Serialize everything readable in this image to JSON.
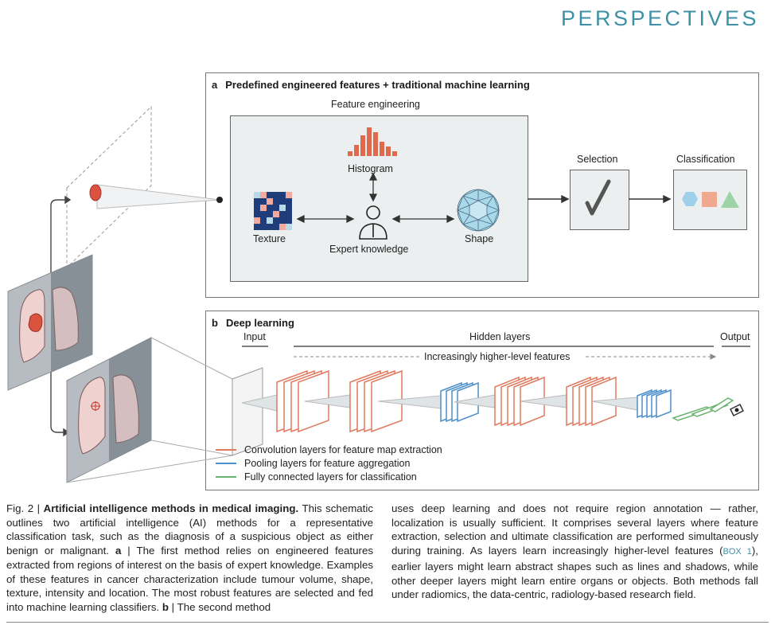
{
  "header": {
    "section": "PERSPECTIVES"
  },
  "panel_a": {
    "letter": "a",
    "title": "Predefined engineered features + traditional machine learning",
    "feature_engineering": "Feature engineering",
    "histogram": "Histogram",
    "texture": "Texture",
    "expert_knowledge": "Expert knowledge",
    "shape": "Shape",
    "selection": "Selection",
    "classification": "Classification"
  },
  "panel_b": {
    "letter": "b",
    "title": "Deep learning",
    "input": "Input",
    "hidden_layers": "Hidden layers",
    "output": "Output",
    "increasing": "Increasingly higher-level features",
    "legend": [
      {
        "label": "Convolution layers for feature map extraction",
        "color": "#e07a5f"
      },
      {
        "label": "Pooling layers for feature aggregation",
        "color": "#4d8fc9"
      },
      {
        "label": "Fully connected layers for classification",
        "color": "#6ab36f"
      }
    ]
  },
  "colors": {
    "accent_teal": "#3e90a6",
    "histogram": "#e06a4e",
    "texture_dark": "#1f3d7a",
    "texture_pink": "#f2a9a0",
    "texture_light": "#b9dbe8",
    "shape_hex": "#9fd0ea",
    "shape_square": "#f0a88e",
    "shape_triangle": "#9fd3a7"
  },
  "caption": {
    "col1_fig": "Fig. 2 | ",
    "col1_title": "Artificial intelligence methods in medical imaging.",
    "col1_text1": " This schematic outlines two artificial intelligence (AI) methods for a representative classification task, such as the diagnosis of a suspicious object as either benign or malignant. ",
    "col1_a": "a",
    "col1_text2": " | The first method relies on engineered features extracted from regions of interest on the basis of expert knowledge. Examples of these features in cancer characterization include tumour volume, shape, texture, intensity and location. The most robust features are selected and fed into machine learning classifiers. ",
    "col1_b": "b",
    "col1_text3": " | The second method",
    "col2_text1": "uses deep learning and does not require region annotation — rather, localization is usually sufficient. It comprises several layers where feature extraction, selection and ultimate classification are performed simultaneously during training. As layers learn increasingly higher-level features (",
    "col2_box": "BOX 1",
    "col2_text2": "), earlier layers might learn abstract shapes such as lines and shadows, while other deeper layers might learn entire organs or objects. Both methods fall under radiomics, the data-centric, radiology-based research field."
  }
}
